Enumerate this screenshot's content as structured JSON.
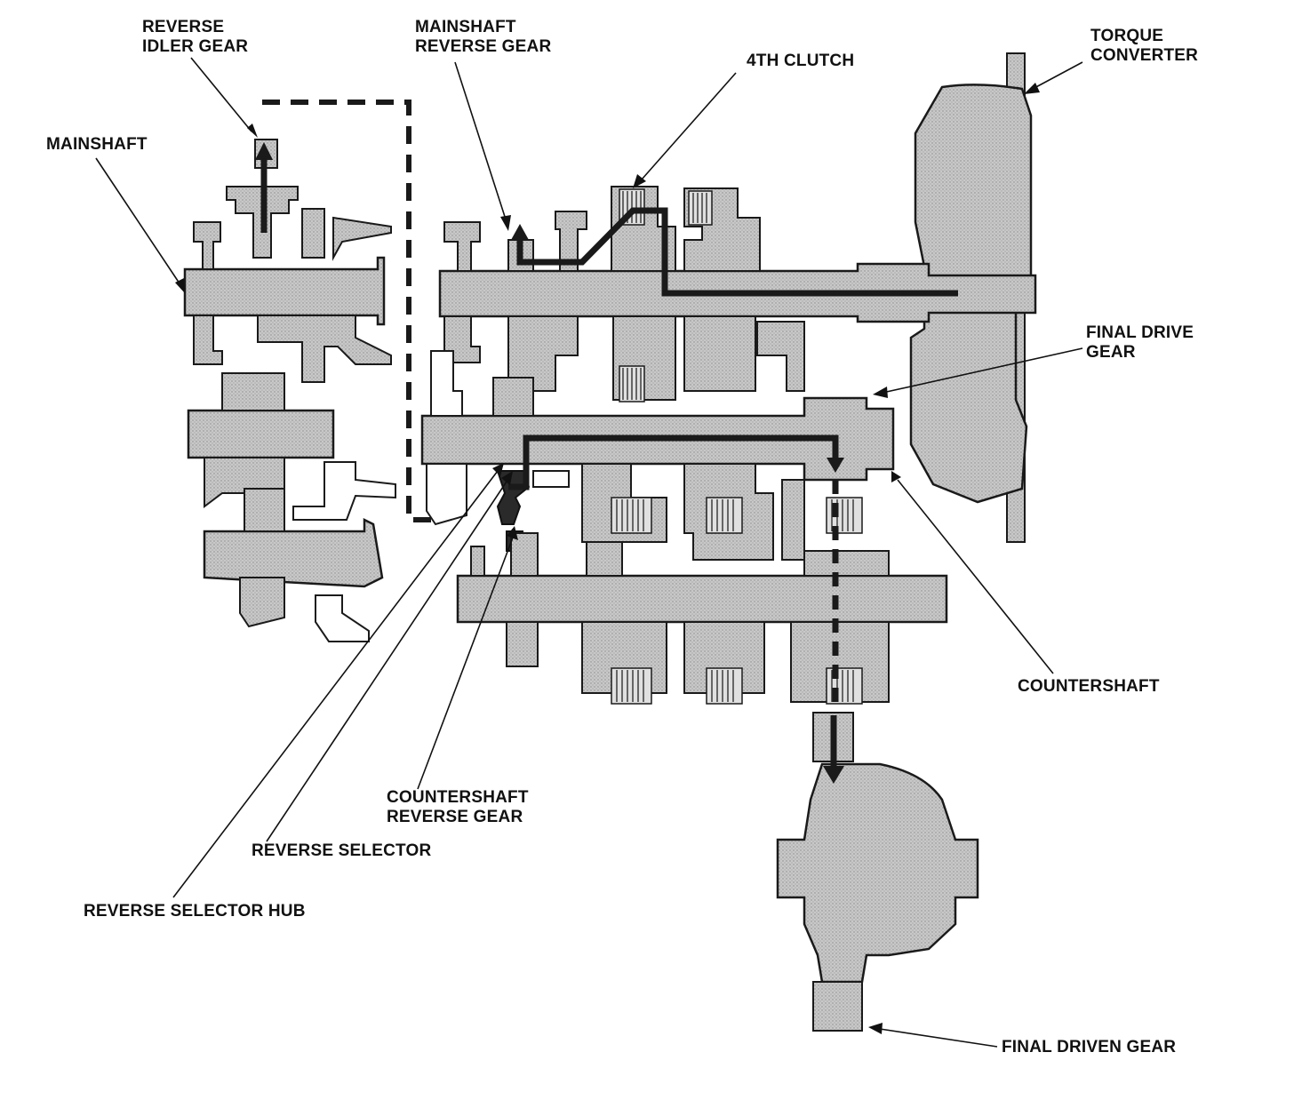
{
  "labels": {
    "reverse_idler_gear": [
      "REVERSE",
      "IDLER GEAR"
    ],
    "mainshaft_reverse_gear": [
      "MAINSHAFT",
      "REVERSE GEAR"
    ],
    "fourth_clutch": "4TH CLUTCH",
    "torque_converter": [
      "TORQUE",
      "CONVERTER"
    ],
    "mainshaft": "MAINSHAFT",
    "final_drive_gear": [
      "FINAL DRIVE",
      "GEAR"
    ],
    "countershaft": "COUNTERSHAFT",
    "countershaft_reverse_gear": [
      "COUNTERSHAFT",
      "REVERSE GEAR"
    ],
    "reverse_selector": "REVERSE SELECTOR",
    "reverse_selector_hub": "REVERSE SELECTOR HUB",
    "final_driven_gear": "FINAL DRIVEN GEAR"
  },
  "colors": {
    "part_fill": "#c4c4c4",
    "outline": "#1a1a1a",
    "power_flow": "#1a1a1a",
    "background": "#ffffff"
  }
}
